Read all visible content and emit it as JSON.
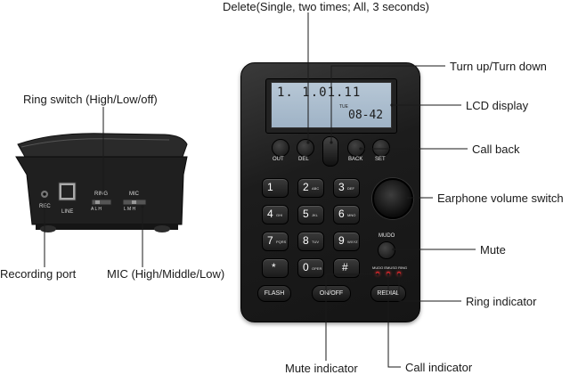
{
  "callouts": {
    "delete": "Delete(Single, two times; All, 3 seconds)",
    "turn": "Turn up/Turn down",
    "lcd": "LCD display",
    "callback": "Call back",
    "earphone": "Earphone volume switch",
    "mute": "Mute",
    "ring_indicator": "Ring indicator",
    "call_indicator": "Call indicator",
    "mute_indicator": "Mute indicator",
    "ring_switch": "Ring switch (High/Low/off)",
    "recording_port": "Recording port",
    "mic": "MIC (High/Middle/Low)"
  },
  "lcd": {
    "line1": "1. 1.01.11",
    "day": "TUE",
    "time": "08-42"
  },
  "func_keys": [
    "OUT",
    "DEL",
    "BACK",
    "SET"
  ],
  "keypad": [
    {
      "d": "1",
      "l": ""
    },
    {
      "d": "2",
      "l": "ABC"
    },
    {
      "d": "3",
      "l": "DEF"
    },
    {
      "d": "4",
      "l": "GHI"
    },
    {
      "d": "5",
      "l": "JKL"
    },
    {
      "d": "6",
      "l": "MNO"
    },
    {
      "d": "7",
      "l": "PQRS"
    },
    {
      "d": "8",
      "l": "TUV"
    },
    {
      "d": "9",
      "l": "WXYZ"
    },
    {
      "d": "*",
      "l": ""
    },
    {
      "d": "0",
      "l": "OPER"
    },
    {
      "d": "#",
      "l": ""
    }
  ],
  "mudo_label": "MUDO",
  "indicator_labels": "MUDO EMUSO RING",
  "bottom_keys": {
    "flash": "FLASH",
    "onoff": "ON/OFF",
    "redial": "REDIAL"
  },
  "side_panel": {
    "rec": "REC",
    "line": "LINE",
    "ring": "RING",
    "ring_levels": "A  L  H",
    "mic": "MIC",
    "mic_levels": "L  M  H"
  }
}
